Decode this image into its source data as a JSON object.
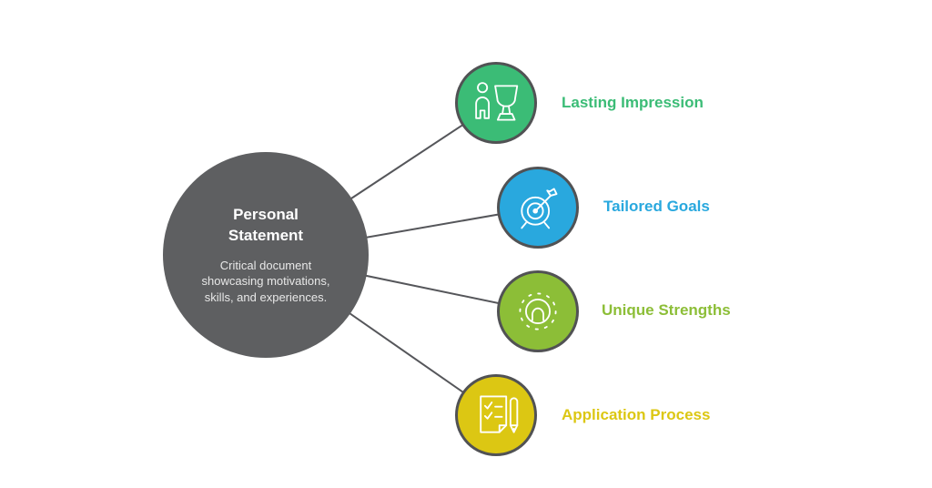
{
  "diagram": {
    "background": "#ffffff",
    "connector_color": "#55565a",
    "node_border_color": "#515254",
    "center": {
      "title": "Personal Statement",
      "description": "Critical document showcasing motivations, skills, and experiences.",
      "color": "#5e5f61",
      "text_color": "#ffffff"
    },
    "items": [
      {
        "label": "Lasting Impression",
        "color": "#3bbc76",
        "icon": "person-trophy-icon"
      },
      {
        "label": "Tailored Goals",
        "color": "#29a8de",
        "icon": "target-arrow-icon"
      },
      {
        "label": "Unique Strengths",
        "color": "#8cbe37",
        "icon": "head-rays-icon"
      },
      {
        "label": "Application Process",
        "color": "#dcc713",
        "icon": "checklist-pen-icon"
      }
    ]
  }
}
